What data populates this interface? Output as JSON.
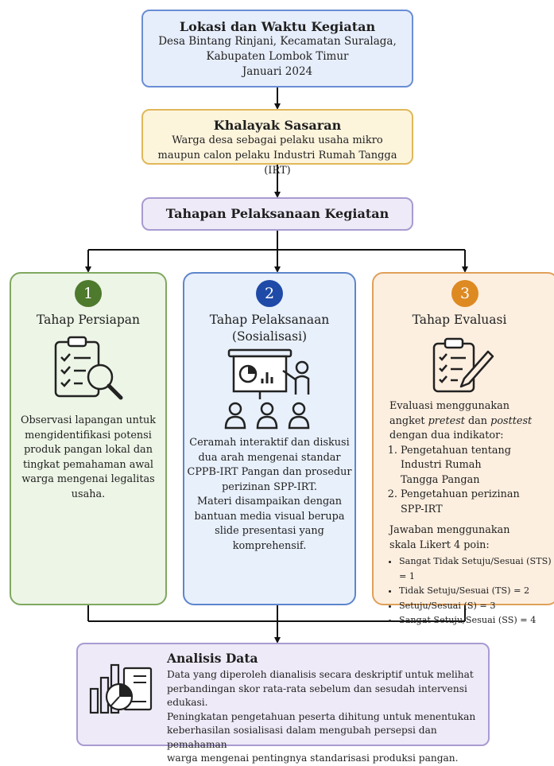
{
  "lokasi": {
    "title": "Lokasi dan Waktu Kegiatan",
    "lines": [
      "Desa Bintang Rinjani, Kecamatan Suralaga,",
      "Kabupaten Lombok Timur",
      "Januari 2024"
    ]
  },
  "khalayak": {
    "title": "Khalayak Sasaran",
    "lines": [
      "Warga desa sebagai pelaku usaha mikro",
      "maupun calon pelaku Industri Rumah Tangga (IRT)"
    ]
  },
  "tahapan": {
    "title": "Tahapan Pelaksanaan Kegiatan"
  },
  "col1": {
    "number": "1",
    "title": "Tahap Persiapan",
    "lines": [
      "Observasi lapangan untuk",
      "mengidentifikasi potensi",
      "produk pangan lokal dan",
      "tingkat pemahaman awal",
      "warga mengenai legalitas",
      "usaha."
    ]
  },
  "col2": {
    "number": "2",
    "title_lines": [
      "Tahap Pelaksanaan",
      "(Sosialisasi)"
    ],
    "lines": [
      "Ceramah interaktif dan diskusi",
      "dua arah mengenai standar",
      "CPPB-IRT Pangan dan prosedur",
      "perizinan SPP-IRT.",
      "Materi disampaikan dengan",
      "bantuan media visual berupa",
      "slide presentasi yang",
      "komprehensif."
    ]
  },
  "col3": {
    "number": "3",
    "title": "Tahap Evaluasi",
    "intro_a": "Evaluasi menggunakan",
    "intro_b1": "angket ",
    "intro_b2": "pretest",
    "intro_b3": " dan ",
    "intro_b4": "posttest",
    "intro_c": "dengan dua indikator:",
    "indicators": [
      [
        "Pengetahuan tentang",
        "Industri Rumah",
        "Tangga Pangan"
      ],
      [
        "Pengetahuan perizinan",
        "SPP-IRT"
      ]
    ],
    "likert_intro": [
      "Jawaban menggunakan",
      "skala Likert 4 poin:"
    ],
    "likert": [
      "Sangat Tidak Setuju/Sesuai (STS) = 1",
      "Tidak Setuju/Sesuai (TS) = 2",
      "Setuju/Sesuai (S) = 3",
      "Sangat Setuju/Sesuai (SS) = 4"
    ]
  },
  "analisis": {
    "title": "Analisis Data",
    "lines": [
      "Data yang diperoleh dianalisis secara deskriptif untuk melihat",
      "perbandingan skor rata-rata sebelum dan sesudah intervensi edukasi.",
      "Peningkatan pengetahuan peserta dihitung untuk menentukan",
      "keberhasilan sosialisasi dalam mengubah persepsi dan pemahaman",
      "warga mengenai pentingnya standarisasi produksi pangan."
    ]
  },
  "colors": {
    "green": "#4e7a2e",
    "blue": "#1f4aa8",
    "orange": "#de8a22"
  }
}
